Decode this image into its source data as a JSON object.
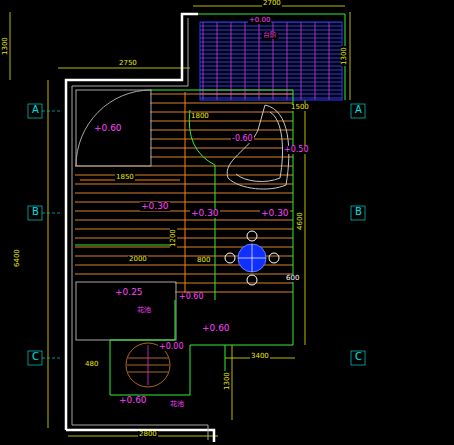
{
  "diagram": {
    "labels": [
      "2700",
      "1300",
      "1300",
      "2750",
      "A",
      "A",
      "B",
      "B",
      "C",
      "C",
      "+0.60",
      "-0.60",
      "+0.50",
      "+0.30",
      "+0.30",
      "+0.30",
      "+0.25",
      "+0.60",
      "+0.60",
      "+0.00",
      "+0.60",
      "+0.00",
      "6400",
      "4600",
      "3400",
      "2800",
      "1800",
      "1850",
      "1500",
      "1200",
      "2000",
      "800",
      "600",
      "480",
      "1300",
      "台阶",
      "花池",
      "花池"
    ]
  }
}
